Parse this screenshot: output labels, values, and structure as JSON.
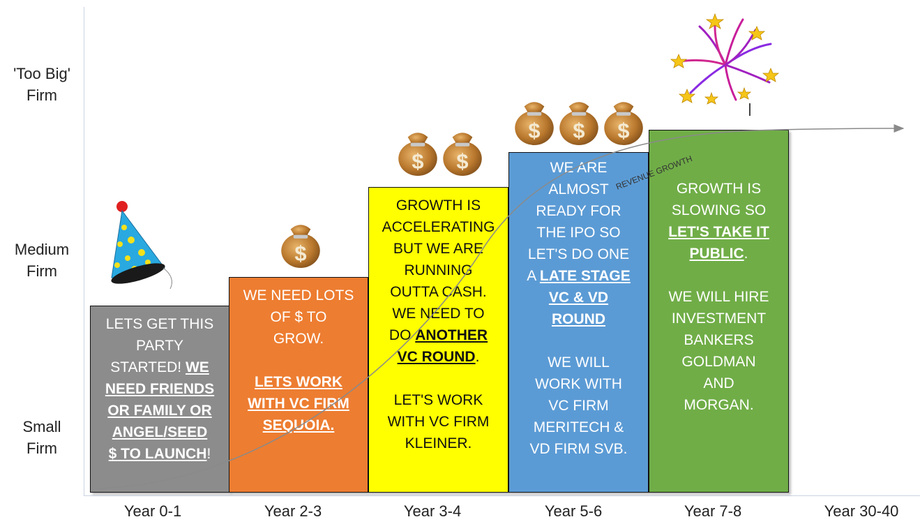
{
  "y_axis": {
    "small": [
      "Small",
      "Firm"
    ],
    "medium": [
      "Medium",
      "Firm"
    ],
    "big": [
      "'Too Big'",
      "Firm"
    ]
  },
  "x_axis": [
    "Year 0-1",
    "Year 2-3",
    "Year 3-4",
    "Year 5-6",
    "Year 7-8",
    "Year 30-40"
  ],
  "growth_label": "REVENUE GROWTH",
  "stages": [
    {
      "color": "#8c8c8c",
      "lines": [
        [
          {
            "t": "LETS GET THIS"
          }
        ],
        [
          {
            "t": "PARTY"
          }
        ],
        [
          {
            "t": "STARTED! "
          },
          {
            "t": "WE",
            "u": true
          }
        ],
        [
          {
            "t": "NEED FRIENDS",
            "u": true
          }
        ],
        [
          {
            "t": "OR FAMILY OR",
            "u": true
          }
        ],
        [
          {
            "t": "ANGEL/SEED",
            "u": true
          }
        ],
        [
          {
            "t": "$ TO LAUNCH",
            "u": true
          },
          {
            "t": "!"
          }
        ]
      ]
    },
    {
      "color": "#ed7d31",
      "lines": [
        [
          {
            "t": "WE NEED LOTS"
          }
        ],
        [
          {
            "t": "OF $ TO"
          }
        ],
        [
          {
            "t": "GROW."
          }
        ],
        [],
        [
          {
            "t": "LETS WORK",
            "u": true
          }
        ],
        [
          {
            "t": "WITH VC FIRM",
            "u": true
          }
        ],
        [
          {
            "t": "SEQUOIA.",
            "u": true
          }
        ]
      ]
    },
    {
      "color": "#ffff00",
      "lines": [
        [
          {
            "t": "GROWTH IS"
          }
        ],
        [
          {
            "t": "ACCELERATING"
          }
        ],
        [
          {
            "t": "BUT WE ARE"
          }
        ],
        [
          {
            "t": "RUNNING"
          }
        ],
        [
          {
            "t": "OUTTA CASH."
          }
        ],
        [
          {
            "t": "WE NEED TO"
          }
        ],
        [
          {
            "t": "DO "
          },
          {
            "t": "ANOTHER",
            "u": true
          }
        ],
        [
          {
            "t": "VC ROUND",
            "u": true
          },
          {
            "t": "."
          }
        ],
        [],
        [
          {
            "t": "LET'S WORK"
          }
        ],
        [
          {
            "t": "WITH VC FIRM"
          }
        ],
        [
          {
            "t": "KLEINER."
          }
        ]
      ]
    },
    {
      "color": "#5b9bd5",
      "lines": [
        [
          {
            "t": "WE ARE"
          }
        ],
        [
          {
            "t": "ALMOST"
          }
        ],
        [
          {
            "t": "READY FOR"
          }
        ],
        [
          {
            "t": "THE IPO SO"
          }
        ],
        [
          {
            "t": "LET'S DO ONE"
          }
        ],
        [
          {
            "t": "A "
          },
          {
            "t": "LATE STAGE",
            "u": true
          }
        ],
        [
          {
            "t": " VC & VD",
            "u": true
          }
        ],
        [
          {
            "t": "ROUND",
            "u": true
          }
        ],
        [],
        [
          {
            "t": "WE WILL"
          }
        ],
        [
          {
            "t": "WORK WITH"
          }
        ],
        [
          {
            "t": "VC FIRM"
          }
        ],
        [
          {
            "t": "MERITECH &"
          }
        ],
        [
          {
            "t": "VD FIRM SVB."
          }
        ]
      ]
    },
    {
      "color": "#70ad47",
      "lines": [
        [
          {
            "t": "GROWTH IS"
          }
        ],
        [
          {
            "t": "SLOWING SO"
          }
        ],
        [
          {
            "t": "LET'S TAKE IT",
            "u": true
          }
        ],
        [
          {
            "t": "PUBLIC",
            "u": true
          },
          {
            "t": "."
          }
        ],
        [],
        [
          {
            "t": "WE WILL HIRE"
          }
        ],
        [
          {
            "t": "INVESTMENT"
          }
        ],
        [
          {
            "t": "BANKERS"
          }
        ],
        [
          {
            "t": "GOLDMAN"
          }
        ],
        [
          {
            "t": "AND"
          }
        ],
        [
          {
            "t": "MORGAN."
          }
        ]
      ]
    }
  ],
  "decorations": [
    "party-hat-icon",
    "money-bag-icon",
    "fireworks-icon"
  ]
}
